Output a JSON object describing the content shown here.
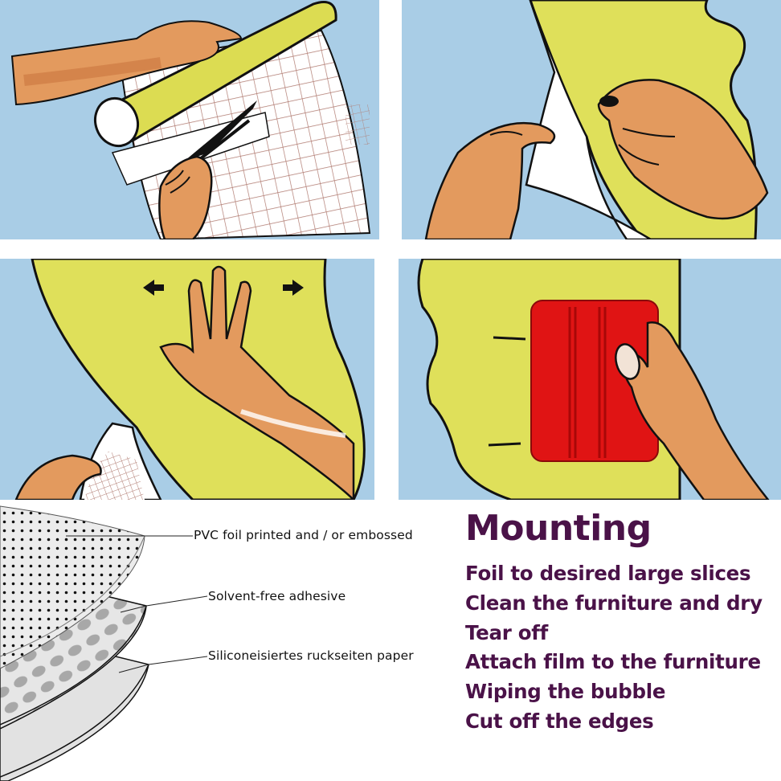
{
  "panels": [
    {
      "id": "step-cut",
      "description": "Hand rolling yellow foil roll over grid backing while cutting with scissors"
    },
    {
      "id": "step-peel",
      "description": "Two hands peeling white backing paper from yellow foil"
    },
    {
      "id": "step-attach",
      "description": "Hand smoothing yellow foil on surface with left/right arrows, backing rolled off below"
    },
    {
      "id": "step-wipe",
      "description": "Hand pressing red squeegee on yellow foil to wipe bubbles"
    }
  ],
  "arrows": {
    "left": "←",
    "right": "→"
  },
  "layer_diagram": {
    "labels": [
      "PVC foil printed and / or embossed",
      "Solvent-free adhesive",
      "Siliconeisiertes ruckseiten paper"
    ]
  },
  "mounting": {
    "title": "Mounting",
    "steps": [
      "Foil to desired large slices",
      "Clean the furniture and dry",
      "Tear off",
      "Attach film to the furniture",
      "Wiping the bubble",
      "Cut off the edges"
    ]
  },
  "colors": {
    "sky_blue": "#a9cde6",
    "foil_yellow": "#dfe05a",
    "skin": "#e39a5e",
    "skin_shadow": "#c9773f",
    "squeegee_red": "#e01414",
    "title_purple": "#4a1248",
    "grid_line": "#b07a70"
  }
}
